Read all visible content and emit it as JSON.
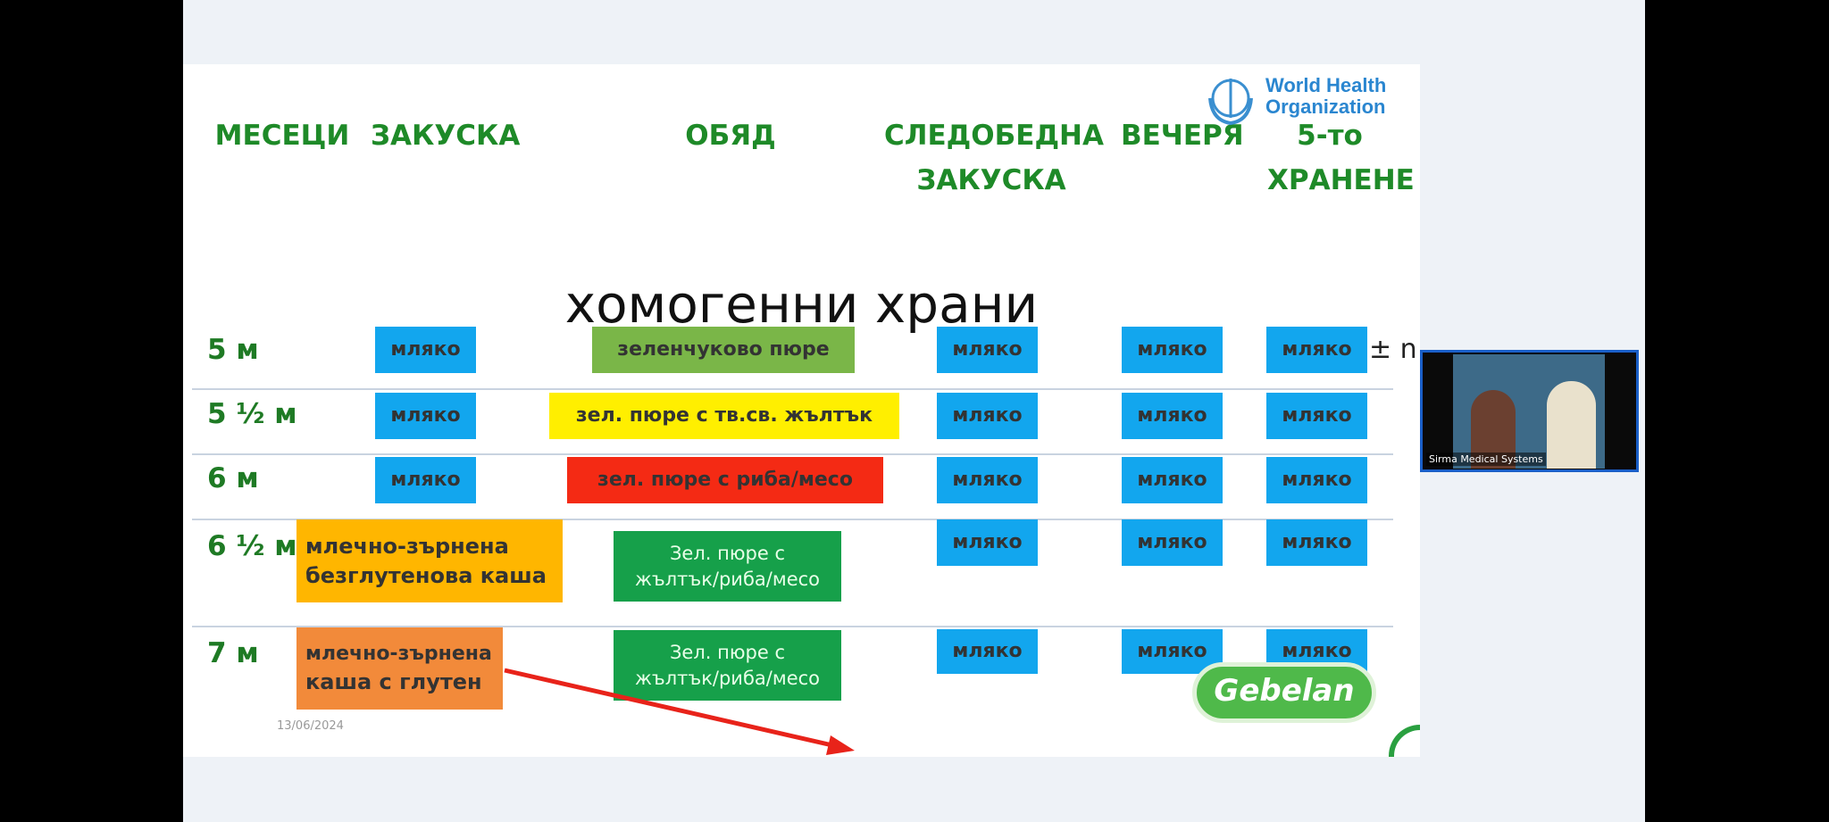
{
  "headers": {
    "months": "МЕСЕЦИ",
    "breakfast": "ЗАКУСКА",
    "lunch": "ОБЯД",
    "afternoon_1": "СЛЕДОБЕДНА",
    "afternoon_2": "ЗАКУСКА",
    "dinner": "ВЕЧЕРЯ",
    "fifth_1": "5-то",
    "fifth_2": "ХРАНЕНЕ"
  },
  "title": "хомогенни храни",
  "who_logo": {
    "line1": "World Health",
    "line2": "Organization"
  },
  "plus_minus": "± n",
  "date": "13/06/2024",
  "gebelan_logo": "Gebelan",
  "video": {
    "caption": "Sirma Medical Systems"
  },
  "rows": [
    {
      "month": "5 м",
      "breakfast": "мляко",
      "lunch": "зеленчуково пюре",
      "afternoon": "мляко",
      "dinner": "мляко",
      "fifth": "мляко"
    },
    {
      "month": "5 ½ м",
      "breakfast": "мляко",
      "lunch": "зел. пюре с тв.св. жълтък",
      "afternoon": "мляко",
      "dinner": "мляко",
      "fifth": "мляко"
    },
    {
      "month": "6 м",
      "breakfast": "мляко",
      "lunch": "зел. пюре с риба/месо",
      "afternoon": "мляко",
      "dinner": "мляко",
      "fifth": "мляко"
    },
    {
      "month": "6 ½ м",
      "breakfast_1": "млечно-зърнена",
      "breakfast_2": "безглутенова каша",
      "lunch_1": "Зел. пюре с",
      "lunch_2": "жълтък/риба/месо",
      "afternoon": "мляко",
      "dinner": "мляко",
      "fifth": "мляко"
    },
    {
      "month": "7 м",
      "breakfast_1": "млечно-зърнена",
      "breakfast_2": "каша с глутен",
      "lunch_1": "Зел. пюре с",
      "lunch_2": "жълтък/риба/месо",
      "afternoon": "мляко",
      "dinner": "мляко",
      "fifth": "мляко"
    }
  ],
  "colors": {
    "header_green": "#1e8a28",
    "milk_blue": "#12a6ee",
    "veg_green": "#7ab648",
    "yellow": "#ffef00",
    "red": "#f42a14",
    "dark_green": "#16a04a",
    "amber": "#ffb600",
    "orange": "#f28a3a"
  }
}
